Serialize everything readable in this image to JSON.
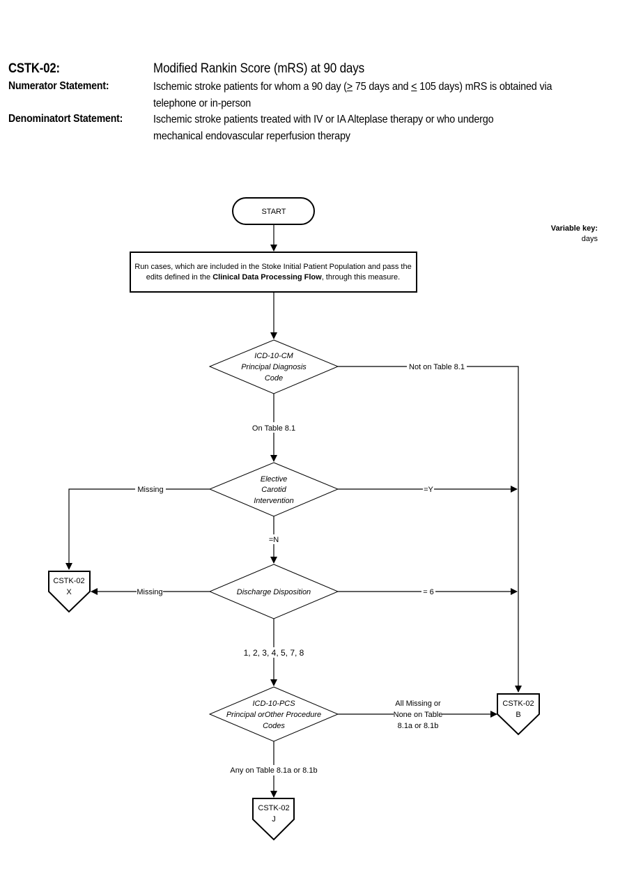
{
  "header": {
    "measure_id_label": "CSTK-02:",
    "measure_title": "Modified Rankin Score (mRS) at 90 days",
    "numerator_label": "Numerator Statement:",
    "numerator_line1_pre": "Ischemic stroke patients for whom a 90 day (",
    "numerator_ge": ">",
    "numerator_line1_mid": " 75  days and ",
    "numerator_le": "<",
    "numerator_line1_post": " 105  days) mRS is obtained via",
    "numerator_line2": "telephone or in-person",
    "denominator_label": "Denominatort Statement:",
    "denominator_line1": "Ischemic stroke patients treated with IV or IA Alteplase therapy or who undergo",
    "denominator_line2": "mechanical endovascular reperfusion therapy"
  },
  "variable_key": {
    "title": "Variable key:",
    "items": [
      "days"
    ]
  },
  "flow": {
    "start": "START",
    "process": {
      "line1": "Run cases, which are included in the Stoke Initial Patient Population and pass the",
      "line2_pre": "edits defined in the ",
      "line2_bold": "Clinical Data Processing Flow",
      "line2_post": ", through this measure."
    },
    "decisions": [
      {
        "id": "principal-diagnosis",
        "lines": [
          "ICD-10-CM",
          "Principal Diagnosis",
          "Code"
        ]
      },
      {
        "id": "elective-carotid",
        "lines": [
          "Elective",
          "Carotid",
          "Intervention"
        ]
      },
      {
        "id": "discharge-disposition",
        "lines": [
          "Discharge Disposition"
        ]
      },
      {
        "id": "procedure-codes",
        "lines": [
          "ICD-10-PCS",
          "Principal orOther Procedure",
          "Codes"
        ]
      }
    ],
    "edge_labels": {
      "not_on_table": "Not on Table 8.1",
      "on_table": "On Table 8.1",
      "carotid_missing": "Missing",
      "carotid_yes": "=Y",
      "carotid_no": "=N",
      "discharge_missing": "Missing",
      "discharge_six": "= 6",
      "discharge_values": "1, 2, 3, 4, 5, 7, 8",
      "proc_none_lines": [
        "All Missing or",
        "None on Table",
        "8.1a or 8.1b"
      ],
      "proc_any": "Any on Table 8.1a or 8.1b"
    },
    "terminals": {
      "x": {
        "line1": "CSTK-02",
        "line2": "X"
      },
      "b": {
        "line1": "CSTK-02",
        "line2": "B"
      },
      "j": {
        "line1": "CSTK-02",
        "line2": "J"
      }
    }
  }
}
